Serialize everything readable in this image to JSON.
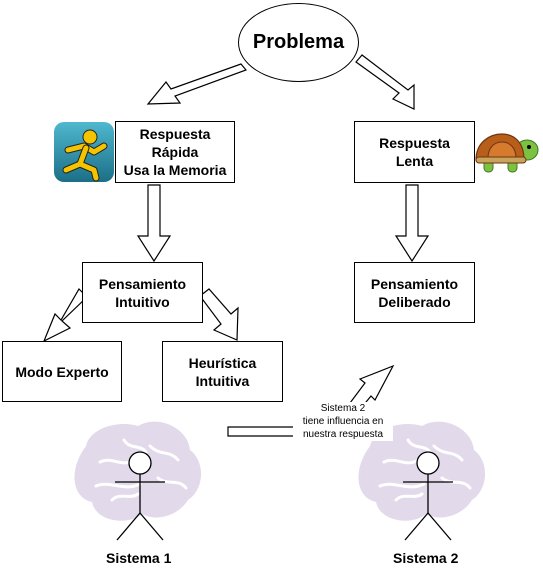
{
  "nodes": {
    "problema": "Problema",
    "respuesta_rapida": "Respuesta\nRápida\nUsa la Memoria",
    "respuesta_lenta": "Respuesta\nLenta",
    "pensamiento_intuitivo": "Pensamiento\nIntuitivo",
    "pensamiento_deliberado": "Pensamiento\nDeliberado",
    "modo_experto": "Modo Experto",
    "heuristica_intuitiva": "Heurística\nIntuitiva"
  },
  "annotation": "Sistema 2\ntiene influencia en\nnuestra respuesta",
  "labels": {
    "sistema_1": "Sistema 1",
    "sistema_2": "Sistema 2"
  },
  "icons": {
    "runner": "runner-icon",
    "turtle": "turtle-icon",
    "brain": "brain-icon"
  },
  "colors": {
    "brain": "#e2d9ea",
    "runner_bg": "#2a8fa6",
    "runner_figure": "#f5c400",
    "turtle_shell": "#b85e1b",
    "turtle_body": "#7dc142"
  }
}
